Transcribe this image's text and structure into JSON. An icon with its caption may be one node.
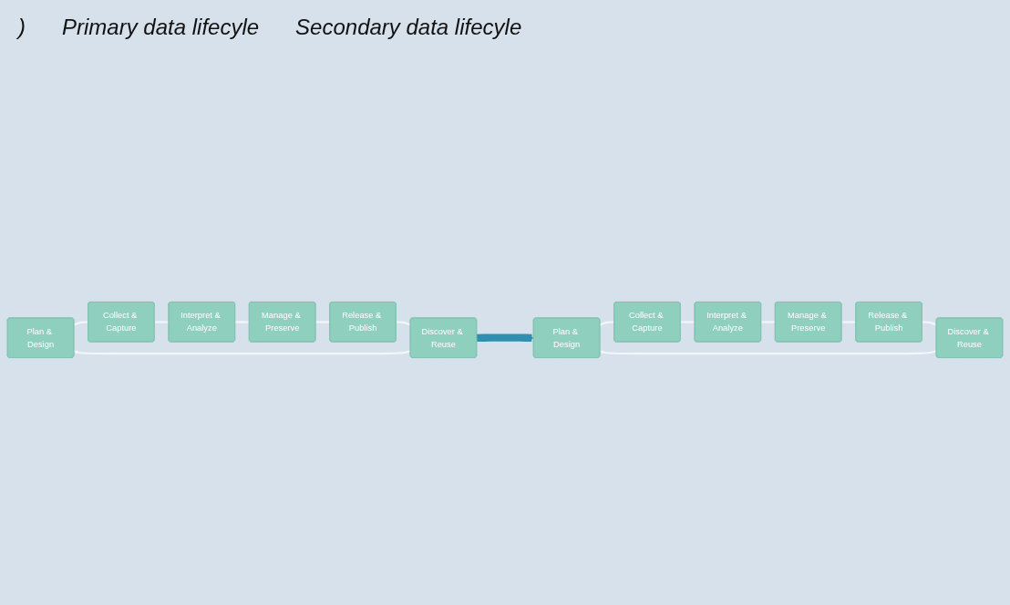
{
  "diagram": {
    "nodes": [
      {
        "text": [
          "Plan & Design"
        ]
      },
      {
        "text": [
          "Collect & Capture"
        ]
      },
      {
        "text": [
          "Interpret & Analyze"
        ]
      },
      {
        "text": [
          "Manage & Preserve"
        ]
      },
      {
        "text": [
          "Release & Publish"
        ]
      },
      {
        "text": [
          "Discover & Reuse"
        ]
      },
      {
        "text": [
          "Plan & Design"
        ]
      },
      {
        "text": [
          "Collect & Capture"
        ]
      },
      {
        "text": [
          "Interpret & Analyze"
        ]
      },
      {
        "text": [
          "Manage & Preserve"
        ]
      },
      {
        "text": [
          "Release & Publish"
        ]
      },
      {
        "text": [
          "Discover & Reuse"
        ]
      }
    ],
    "edges": [
      {
        "from": 0,
        "to": 1,
        "arrow": "none"
      },
      {
        "from": 1,
        "to": 2,
        "arrow": "none"
      },
      {
        "from": 2,
        "to": 3,
        "arrow": "none"
      },
      {
        "from": 3,
        "to": 4,
        "arrow": "none"
      },
      {
        "from": 4,
        "to": 5,
        "arrow": "none"
      },
      {
        "from": 5,
        "to": 0,
        "arrow": "to"
      },
      {
        "from": 6,
        "to": 7,
        "arrow": "none"
      },
      {
        "from": 7,
        "to": 8,
        "arrow": "none"
      },
      {
        "from": 8,
        "to": 9,
        "arrow": "none"
      },
      {
        "from": 9,
        "to": 10,
        "arrow": "none"
      },
      {
        "from": 10,
        "to": 11,
        "arrow": "none"
      },
      {
        "from": 11,
        "to": 6,
        "arrow": "to"
      },
      {
        "from": 5,
        "to": 6,
        "arrow": "to",
        "style": "thick",
        "color": "#2f8fb0"
      }
    ],
    "labels": [
      ")",
      "Primary data lifecyle",
      "Secondary data lifecyle"
    ]
  }
}
